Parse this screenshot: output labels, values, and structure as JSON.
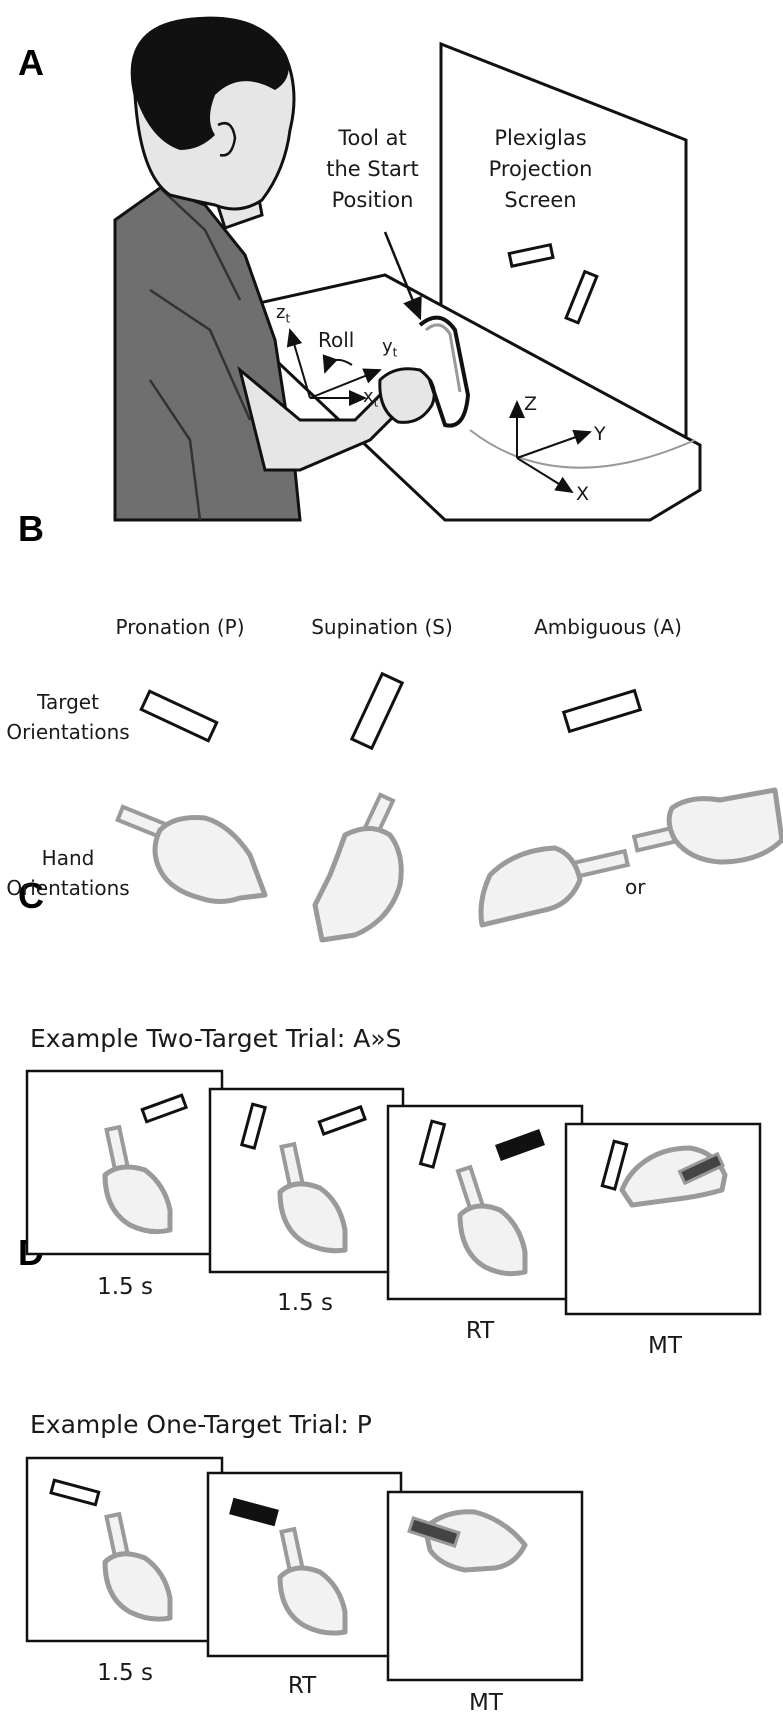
{
  "panels": {
    "a": {
      "letter": "A"
    },
    "b": {
      "letter": "B"
    },
    "c": {
      "letter": "C"
    },
    "d": {
      "letter": "D"
    }
  },
  "panel_a": {
    "tool_label": "Tool at\nthe Start\nPosition",
    "screen_label": "Plexiglas\nProjection\nScreen",
    "roll_label": "Roll",
    "axes_tool": {
      "z": "z",
      "z_sub": "t",
      "y": "y",
      "y_sub": "t",
      "x": "x",
      "x_sub": "t"
    },
    "axes_world": {
      "z": "Z",
      "y": "Y",
      "x": "X"
    }
  },
  "panel_b": {
    "col_pronation": "Pronation (P)",
    "col_supination": "Supination (S)",
    "col_ambiguous": "Ambiguous (A)",
    "row_target": "Target\nOrientations",
    "row_hand": "Hand\nOrientations",
    "or_label": "or"
  },
  "panel_c": {
    "title": "Example Two-Target Trial: A»S",
    "frame_labels": [
      "1.5 s",
      "1.5 s",
      "RT",
      "MT"
    ]
  },
  "panel_d": {
    "title": "Example One-Target Trial: P",
    "frame_labels": [
      "1.5 s",
      "RT",
      "MT"
    ]
  }
}
